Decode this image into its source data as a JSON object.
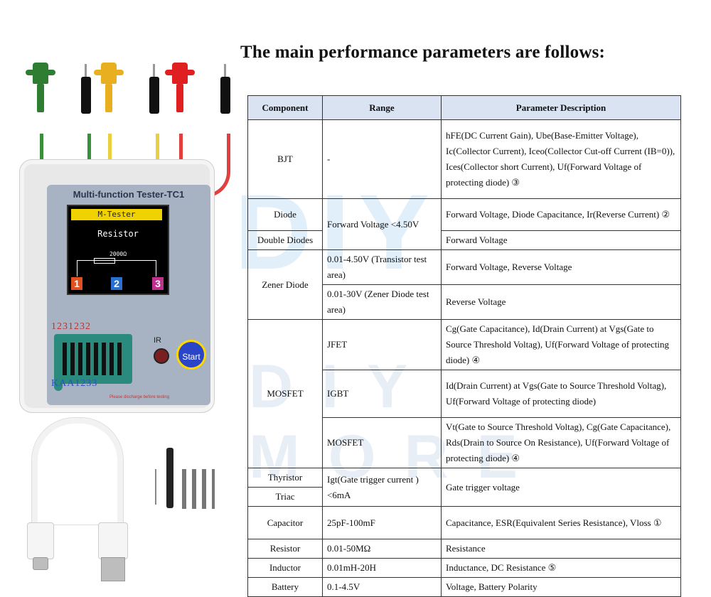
{
  "heading": "The main performance parameters are follows:",
  "device": {
    "title": "Multi-function Tester-TC1",
    "screen_header": "M-Tester",
    "screen_label": "Resistor",
    "screen_value": "2000Ω",
    "pin_numbers": [
      "1",
      "2",
      "3"
    ],
    "pin_row_top": "1231232",
    "pin_row_bottom": "KAA1233",
    "ir_label": "IR",
    "start_label": "Start",
    "warning": "Please discharge before testing"
  },
  "watermark": {
    "main": "DIY",
    "secondary": "DIY MORE"
  },
  "colors": {
    "header_bg": "#d9e3f2",
    "clip_green": "#2e7d32",
    "clip_yellow": "#e8b020",
    "clip_red": "#e02020",
    "start_button": "#2a45c8"
  },
  "table": {
    "headers": [
      "Component",
      "Range",
      "Parameter Description"
    ],
    "rows": {
      "bjt": {
        "component": "BJT",
        "range": "-",
        "description": "hFE(DC Current Gain), Ube(Base-Emitter Voltage), Ic(Collector Current), Iceo(Collector Cut-off Current (IB=0)), Ices(Collector short Current), Uf(Forward Voltage of protecting diode) ③"
      },
      "diode": {
        "component": "Diode",
        "range": "Forward Voltage <4.50V",
        "description": "Forward Voltage, Diode Capacitance, Ir(Reverse Current) ②"
      },
      "double_diodes": {
        "component": "Double Diodes",
        "description": "Forward Voltage"
      },
      "zener": {
        "component": "Zener Diode",
        "r1_range": "0.01-4.50V (Transistor test area)",
        "r1_desc": "Forward Voltage, Reverse Voltage",
        "r2_range": "0.01-30V (Zener Diode test area)",
        "r2_desc": "Reverse Voltage"
      },
      "mosfet": {
        "component": "MOSFET",
        "jfet_range": "JFET",
        "jfet_desc": "Cg(Gate Capacitance), Id(Drain Current) at Vgs(Gate to Source Threshold Voltag), Uf(Forward Voltage of protecting diode) ④",
        "igbt_range": "IGBT",
        "igbt_desc": "Id(Drain Current) at Vgs(Gate to Source Threshold Voltag), Uf(Forward Voltage of protecting diode)",
        "mos_range": "MOSFET",
        "mos_desc": "Vt(Gate to Source Threshold Voltag), Cg(Gate Capacitance), Rds(Drain to Source On Resistance), Uf(Forward Voltage of protecting diode) ④"
      },
      "thyristor": {
        "component": "Thyristor",
        "range": "Igt(Gate trigger current )<6mA",
        "description": "Gate trigger voltage"
      },
      "triac": {
        "component": "Triac"
      },
      "capacitor": {
        "component": "Capacitor",
        "range": "25pF-100mF",
        "description": "Capacitance, ESR(Equivalent Series Resistance), Vloss ①"
      },
      "resistor": {
        "component": "Resistor",
        "range": "0.01-50MΩ",
        "description": "Resistance"
      },
      "inductor": {
        "component": "Inductor",
        "range": "0.01mH-20H",
        "description": "Inductance, DC Resistance ⑤"
      },
      "battery": {
        "component": "Battery",
        "range": "0.1-4.5V",
        "description": "Voltage, Battery Polarity"
      }
    }
  }
}
